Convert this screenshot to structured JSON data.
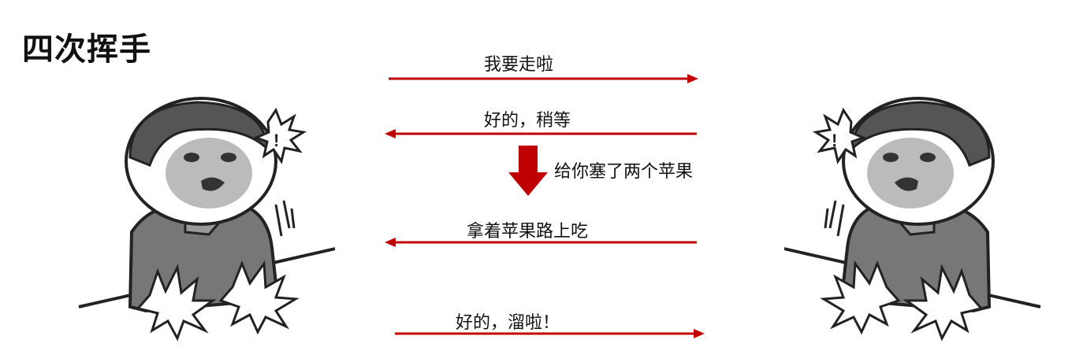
{
  "title": "四次挥手",
  "colors": {
    "arrow": "#c00000",
    "text": "#111111"
  },
  "messages": [
    {
      "text": "我要走啦",
      "direction": "right"
    },
    {
      "text": "好的，稍等",
      "direction": "left"
    },
    {
      "text": "拿着苹果路上吃",
      "direction": "left"
    },
    {
      "text": "好的，溜啦！",
      "direction": "right"
    }
  ],
  "note": {
    "text": "给你塞了两个苹果"
  },
  "figures": [
    {
      "role": "client-figure",
      "icon": "surprised-cartoon-man-icon"
    },
    {
      "role": "server-figure",
      "icon": "surprised-cartoon-man-icon"
    }
  ]
}
